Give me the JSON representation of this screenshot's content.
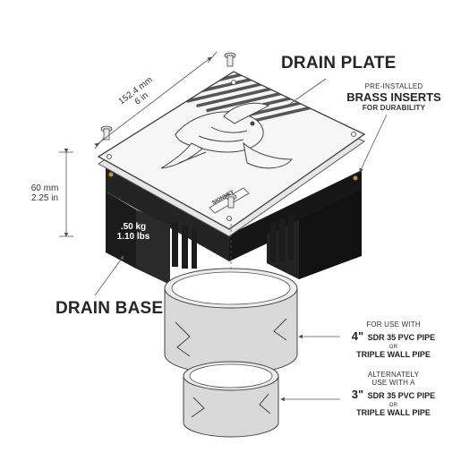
{
  "labels": {
    "drain_plate": "DRAIN PLATE",
    "inserts_line1": "PRE-INSTALLED",
    "inserts_line2": "BRASS INSERTS",
    "inserts_line3": "FOR DURABILITY",
    "drain_base": "DRAIN BASE",
    "width_mm": "152.4 mm",
    "width_in": "6 in",
    "height_mm": "60 mm",
    "height_in": "2.25 in",
    "weight_kg": ".50 kg",
    "weight_lbs": "1.10 lbs",
    "brand": "SIONNEY"
  },
  "pipe4": {
    "line1": "FOR USE WITH",
    "size": "4",
    "unit": "\"",
    "name": "SDR 35 PVC PIPE",
    "or": "OR",
    "alt": "TRIPLE WALL PIPE"
  },
  "pipe3": {
    "line1": "ALTERNATELY",
    "line2": "USE WITH A",
    "size": "3",
    "unit": "\"",
    "name": "SDR 35 PVC PIPE",
    "or": "OR",
    "alt": "TRIPLE WALL PIPE"
  },
  "colors": {
    "base": "#1e1e1e",
    "plate": "#f4f4f4",
    "outline": "#444444",
    "brass": "#c8902e"
  },
  "icons": [
    "screw-icon",
    "brass-insert-icon",
    "bird-design-icon",
    "dimension-arrow-icon"
  ]
}
